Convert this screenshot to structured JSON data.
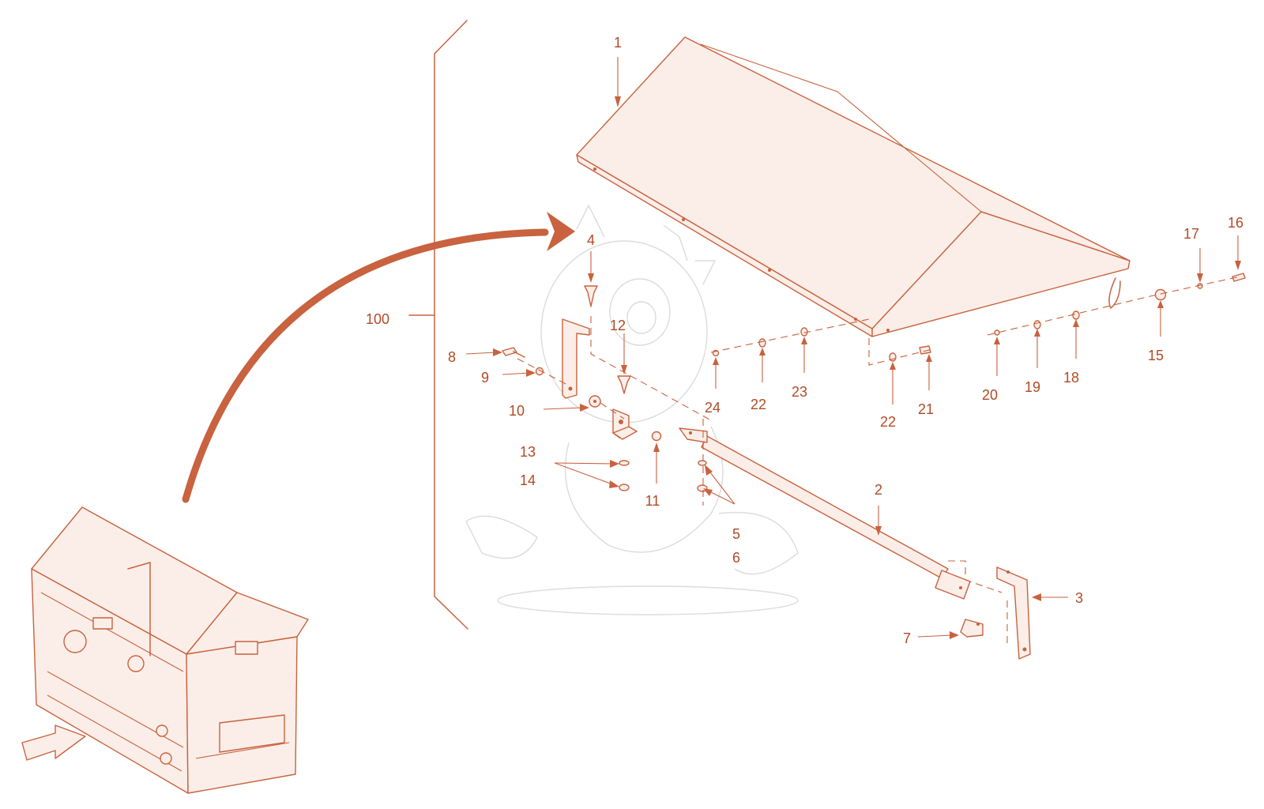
{
  "diagram": {
    "accent": "#c8623f",
    "label_color": "#b14a26",
    "assembly_label": "100",
    "parts": [
      {
        "id": "p1",
        "text": "1"
      },
      {
        "id": "p2",
        "text": "2"
      },
      {
        "id": "p3",
        "text": "3"
      },
      {
        "id": "p4",
        "text": "4"
      },
      {
        "id": "p5",
        "text": "5"
      },
      {
        "id": "p6",
        "text": "6"
      },
      {
        "id": "p7",
        "text": "7"
      },
      {
        "id": "p8",
        "text": "8"
      },
      {
        "id": "p9",
        "text": "9"
      },
      {
        "id": "p10",
        "text": "10"
      },
      {
        "id": "p11",
        "text": "11"
      },
      {
        "id": "p12",
        "text": "12"
      },
      {
        "id": "p13",
        "text": "13"
      },
      {
        "id": "p14",
        "text": "14"
      },
      {
        "id": "p15",
        "text": "15"
      },
      {
        "id": "p16",
        "text": "16"
      },
      {
        "id": "p17",
        "text": "17"
      },
      {
        "id": "p18",
        "text": "18"
      },
      {
        "id": "p19",
        "text": "19"
      },
      {
        "id": "p20",
        "text": "20"
      },
      {
        "id": "p21",
        "text": "21"
      },
      {
        "id": "p22a",
        "text": "22"
      },
      {
        "id": "p22b",
        "text": "22"
      },
      {
        "id": "p23",
        "text": "23"
      },
      {
        "id": "p24",
        "text": "24"
      }
    ]
  }
}
